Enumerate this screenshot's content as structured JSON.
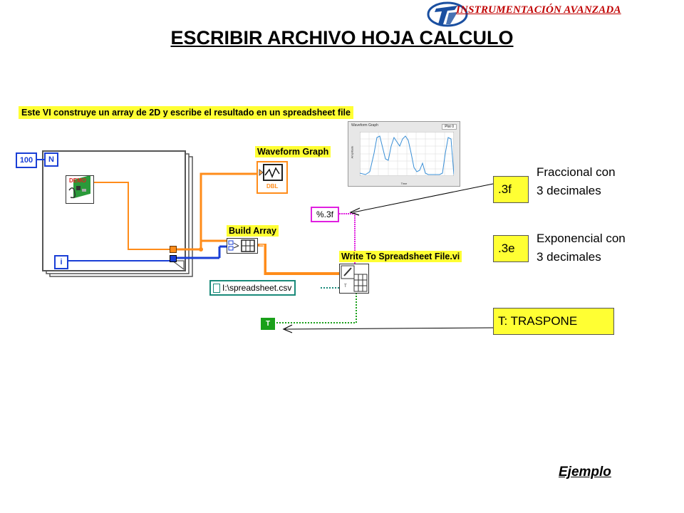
{
  "header": {
    "course_title": "INSTRUMENTACIÓN AVANZADA"
  },
  "slide": {
    "title": "ESCRIBIR ARCHIVO HOJA CALCULO"
  },
  "block_diagram": {
    "comment": "Este VI construye un array de 2D y escribe el resultado en un spreadsheet file",
    "loop_count": "100",
    "count_terminal": "N",
    "iteration_terminal": "i",
    "demo_label": "DEMO",
    "waveform_graph_label": "Waveform Graph",
    "graph_type_label": "DBL",
    "build_array_label": "Build Array",
    "format_constant": "%.3f",
    "write_vi_label": "Write To Spreadsheet File.vi",
    "path_constant": "I:\\spreadsheet.csv",
    "boolean_constant": "T"
  },
  "graph_screenshot": {
    "title": "Waveform Graph",
    "legend": "Plot 0",
    "x_axis_label": "Time",
    "y_axis_label": "Amplitude"
  },
  "annotations": {
    "fractional_code": ".3f",
    "fractional_text_line1": "Fraccional con",
    "fractional_text_line2": "3 decimales",
    "exponential_code": ".3e",
    "exponential_text_line1": "Exponencial con",
    "exponential_text_line2": "3 decimales",
    "transpose_text": "T: TRASPONE"
  },
  "footer": {
    "example_link": "Ejemplo"
  },
  "colors": {
    "header_red": "#c00000",
    "note_yellow": "#ffff33",
    "wire_orange": "#ff8c1a",
    "wire_blue": "#1a3fd6",
    "wire_pink": "#e020e0",
    "wire_teal": "#1a8a7a",
    "wire_green": "#1aa01a"
  }
}
